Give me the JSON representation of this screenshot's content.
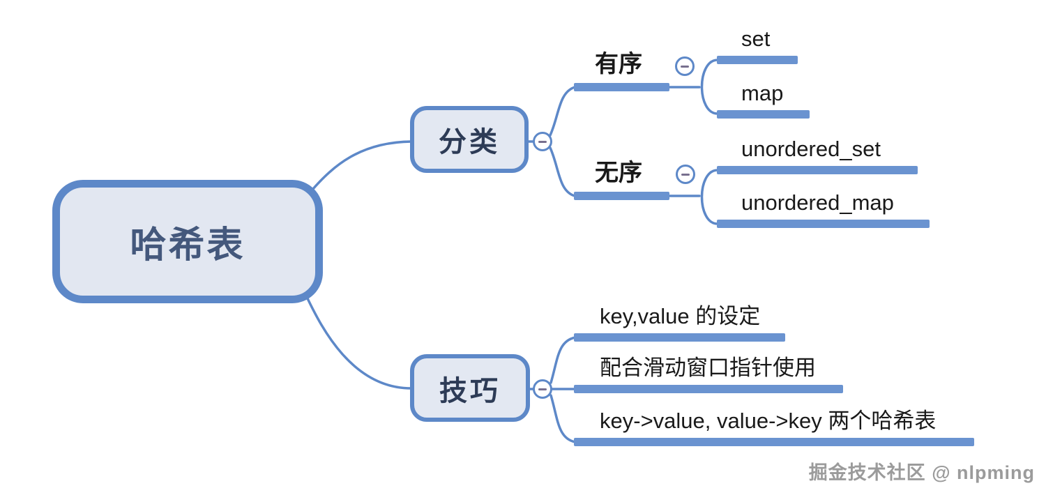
{
  "colors": {
    "line": "#5d88c8",
    "bar": "#6a93d0",
    "node_fill": "#e2e7f1",
    "root_text": "#44587c",
    "branch_text": "#2d3b56",
    "leaf_text": "#191919",
    "minus_dash": "#776f8e",
    "watermark": "#9b9b9b"
  },
  "root": {
    "label": "哈希表"
  },
  "branches": [
    {
      "label": "分类",
      "children": [
        {
          "label": "有序",
          "children": [
            {
              "label": "set"
            },
            {
              "label": "map"
            }
          ]
        },
        {
          "label": "无序",
          "children": [
            {
              "label": "unordered_set"
            },
            {
              "label": "unordered_map"
            }
          ]
        }
      ]
    },
    {
      "label": "技巧",
      "children": [
        {
          "label": "key,value 的设定"
        },
        {
          "label": "配合滑动窗口指针使用"
        },
        {
          "label": "key->value, value->key 两个哈希表"
        }
      ]
    }
  ],
  "watermark": {
    "text": "掘金技术社区 @ nlpming"
  }
}
